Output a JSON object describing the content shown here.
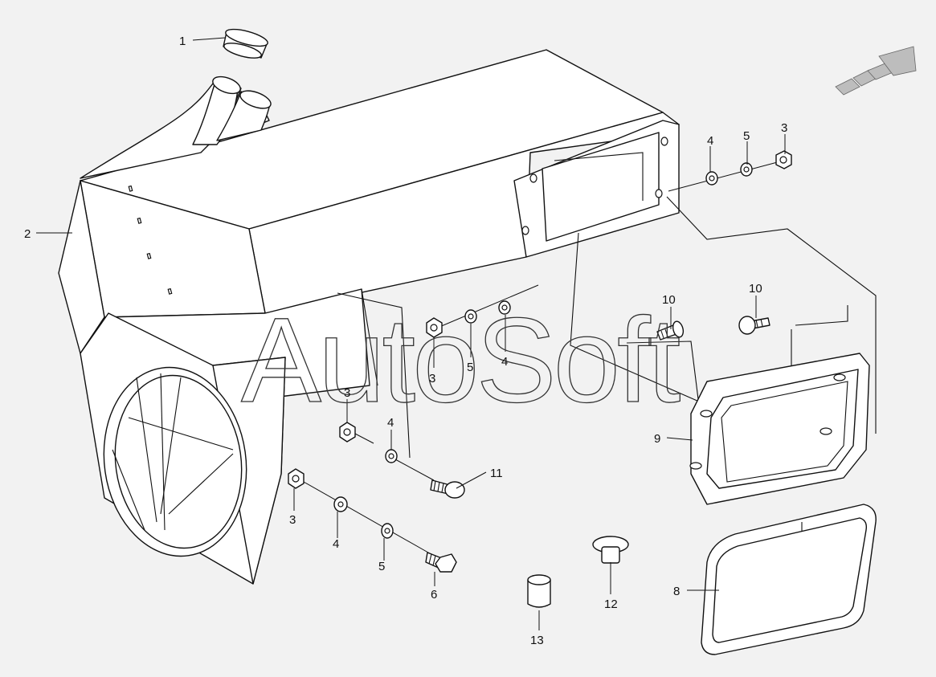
{
  "watermark": "AutoSoft",
  "callouts": [
    {
      "id": "c1",
      "label": "1"
    },
    {
      "id": "c2",
      "label": "2"
    },
    {
      "id": "c3a",
      "label": "3"
    },
    {
      "id": "c4a",
      "label": "4"
    },
    {
      "id": "c5a",
      "label": "5"
    },
    {
      "id": "c3b",
      "label": "3"
    },
    {
      "id": "c5b",
      "label": "5"
    },
    {
      "id": "c4b",
      "label": "4"
    },
    {
      "id": "c3c",
      "label": "3"
    },
    {
      "id": "c4c",
      "label": "4"
    },
    {
      "id": "c3d",
      "label": "3"
    },
    {
      "id": "c4d",
      "label": "4"
    },
    {
      "id": "c5d",
      "label": "5"
    },
    {
      "id": "c6",
      "label": "6"
    },
    {
      "id": "c11",
      "label": "11"
    },
    {
      "id": "c10a",
      "label": "10"
    },
    {
      "id": "c10b",
      "label": "10"
    },
    {
      "id": "c9",
      "label": "9"
    },
    {
      "id": "c8",
      "label": "8"
    },
    {
      "id": "c12",
      "label": "12"
    },
    {
      "id": "c13",
      "label": "13"
    }
  ]
}
